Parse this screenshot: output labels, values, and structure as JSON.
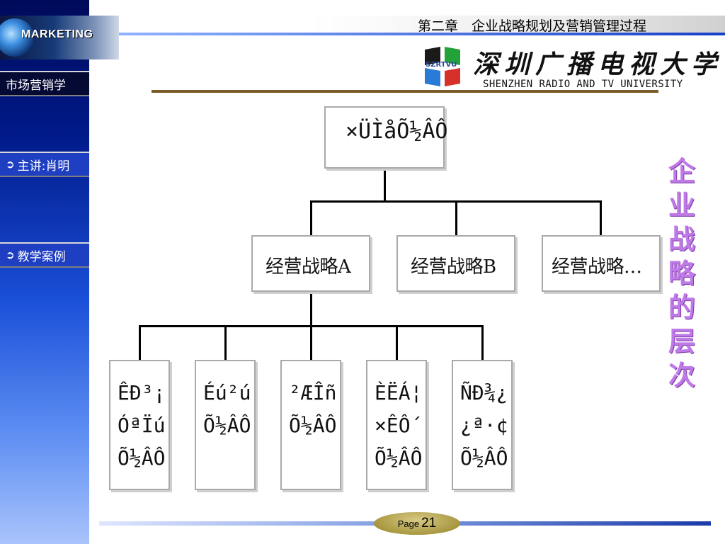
{
  "sidebar": {
    "logo_text": "MARKETING",
    "course_title": "市场营销学",
    "nav_items": [
      {
        "label": "主讲:肖明"
      },
      {
        "label": "教学案例"
      }
    ]
  },
  "header": {
    "chapter": "第二章　企业战略规划及营销管理过程"
  },
  "university": {
    "emblem_abbr": "SZRTVU",
    "name_cn": "深圳广播电视大学",
    "name_en": "SHENZHEN RADIO AND TV UNIVERSITY"
  },
  "side_title": [
    "企",
    "业",
    "战",
    "略",
    "的",
    "层",
    "次"
  ],
  "diagram": {
    "root": "×ÜÌåÕ½ÂÔ",
    "business_strategies": [
      "经营战略A",
      "经营战略B",
      "经营战略…"
    ],
    "functional_strategies": [
      "ÊÐ³¡\nÓªÏú\nÕ½ÂÔ",
      "Éú²ú\nÕ½ÂÔ",
      "²ÆÎñ\nÕ½ÂÔ",
      "ÈËÁ¦\n×ÊÔ´\nÕ½ÂÔ",
      "ÑÐ¾¿\n¿ª·¢\nÕ½ÂÔ"
    ]
  },
  "footer": {
    "page_label": "Page",
    "page_number": "21"
  },
  "colors": {
    "side_title": "#c07ae8",
    "brown_rule": "#7a5a28",
    "box_border": "#a9a9a9"
  }
}
